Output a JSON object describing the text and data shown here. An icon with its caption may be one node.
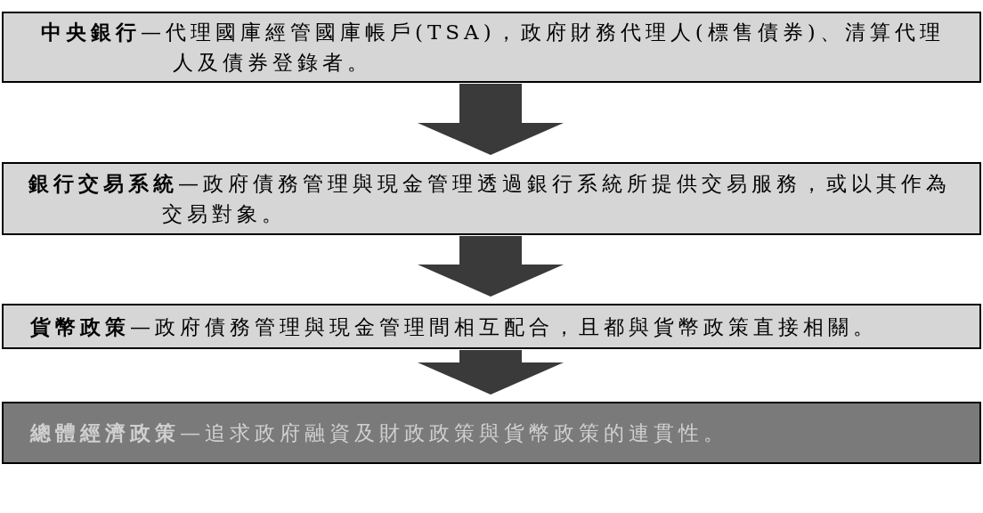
{
  "diagram": {
    "nodes": [
      {
        "text": [
          "**中央銀行**—代理國庫經管國庫帳戶(TSA)，政府財務代理人(標售債券)、清算代理人及債券登錄者。"
        ]
      },
      {
        "text": [
          "**銀行交易系統**—政府債務管理與現金管理透過銀行系統所提供交易服務，或以其作為交易對象。"
        ]
      },
      {
        "text": [
          "**貨幣政策**—政府債務管理與現金管理間相互配合，且都與貨幣政策直接相關。"
        ]
      },
      {
        "text": [
          "**總體經濟政策**—追求政府融資及財政政策與貨幣政策的連貫性。"
        ]
      }
    ],
    "edges": [
      {
        "from": 0,
        "to": 1,
        "arrow": "to"
      },
      {
        "from": 1,
        "to": 2,
        "arrow": "to"
      },
      {
        "from": 2,
        "to": 3,
        "arrow": "to"
      }
    ]
  }
}
